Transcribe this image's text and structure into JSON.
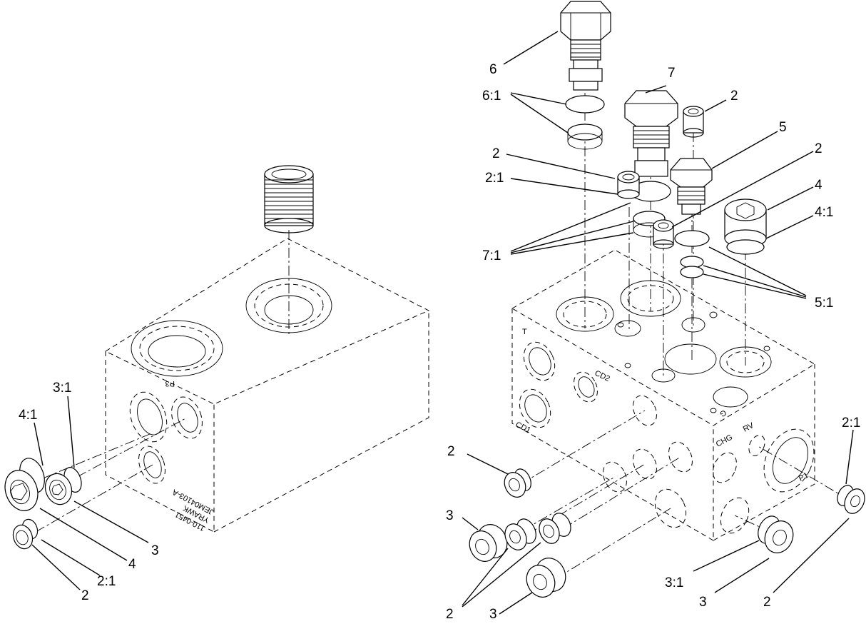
{
  "left_assembly": {
    "block_port_mark": "P3",
    "engraving": [
      "110-0451",
      "YRAWK",
      "JEM04103-A"
    ],
    "callouts": {
      "fitting_4_1": "4:1",
      "fitting_3_1": "3:1",
      "fitting_4": "4",
      "fitting_3": "3",
      "fitting_2_1": "2:1",
      "fitting_2": "2"
    }
  },
  "right_assembly": {
    "port_labels": {
      "t": "T",
      "cd2": "CD2",
      "cd1": "CD1",
      "g": "G",
      "chg": "CHG",
      "rv": "RV",
      "p1": "P1"
    },
    "callouts": {
      "valve_6": "6",
      "seal_6_1": "6:1",
      "valve_7": "7",
      "plug_2_top": "2",
      "valve_5": "5",
      "plug_2_a": "2",
      "plug_2_1": "2:1",
      "plug_2_b": "2",
      "plug_4": "4",
      "seal_4_1": "4:1",
      "seal_7_1": "7:1",
      "seal_5_1": "5:1",
      "plug_2_1_right": "2:1",
      "plug_2_left": "2",
      "plug_3_left": "3",
      "plug_2_bottom": "2",
      "plug_3_bottom": "3",
      "seal_3_1": "3:1",
      "plug_3_right": "3",
      "plug_2_right_bottom": "2"
    }
  }
}
